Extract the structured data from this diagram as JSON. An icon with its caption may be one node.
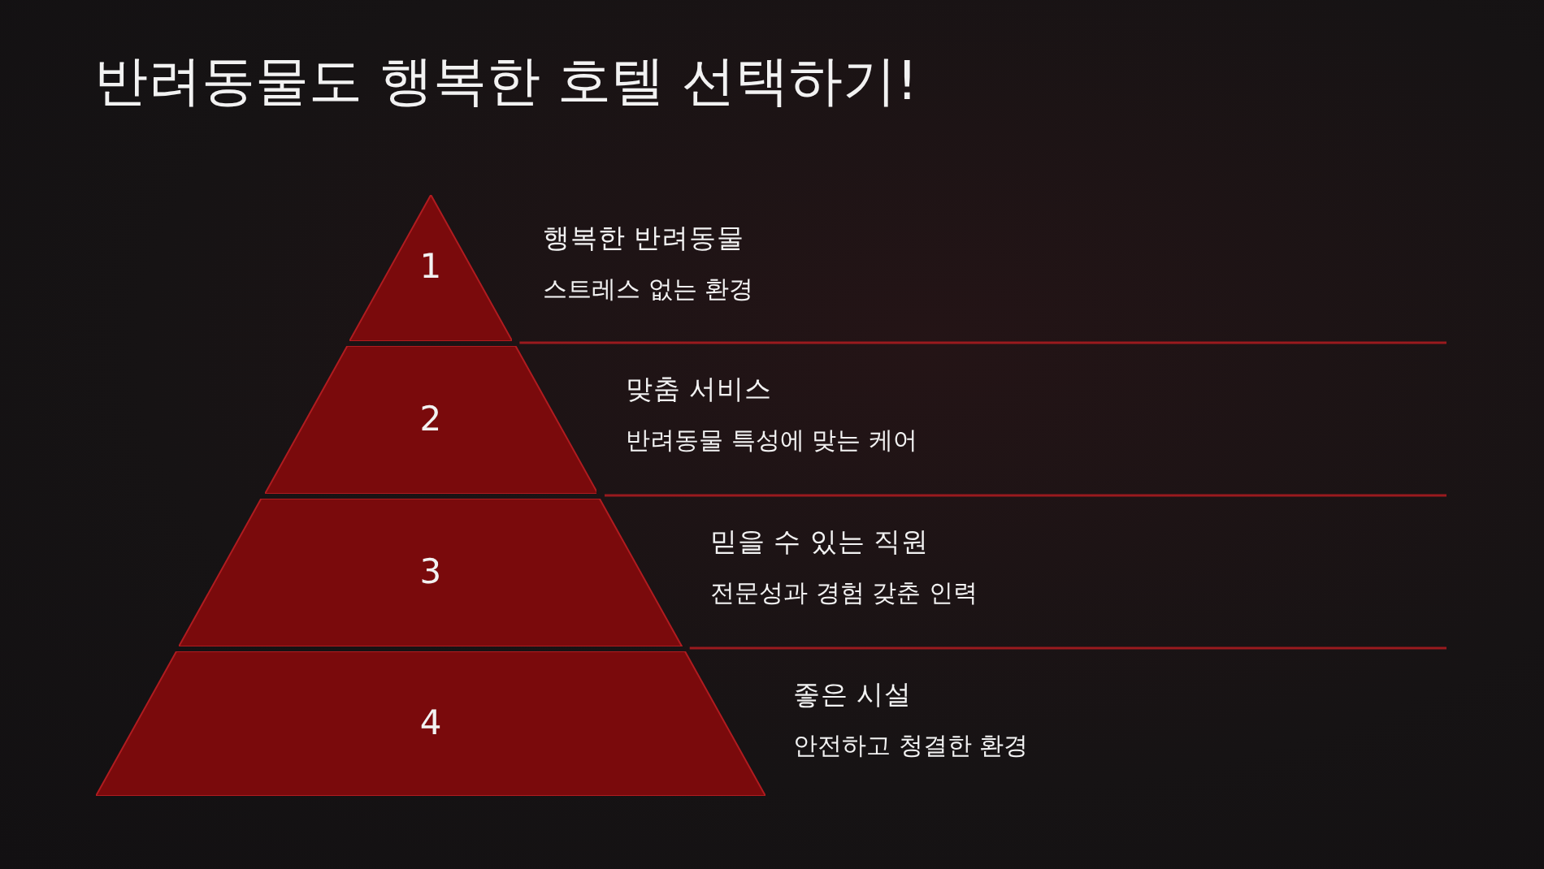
{
  "diagram": {
    "title": "반려동물도 행복한 호텔 선택하기!",
    "nodes": [
      {
        "text": [
          "1"
        ],
        "beside": [
          "행복한 반려동물",
          "스트레스 없는 환경"
        ]
      },
      {
        "text": [
          "2"
        ],
        "beside": [
          "맞춤 서비스",
          "반려동물 특성에 맞는 케어"
        ]
      },
      {
        "text": [
          "3"
        ],
        "beside": [
          "믿을 수 있는 직원",
          "전문성과 경험 갖춘 인력"
        ]
      },
      {
        "text": [
          "4"
        ],
        "beside": [
          "좋은 시설",
          "안전하고 청결한 환경"
        ]
      }
    ]
  }
}
